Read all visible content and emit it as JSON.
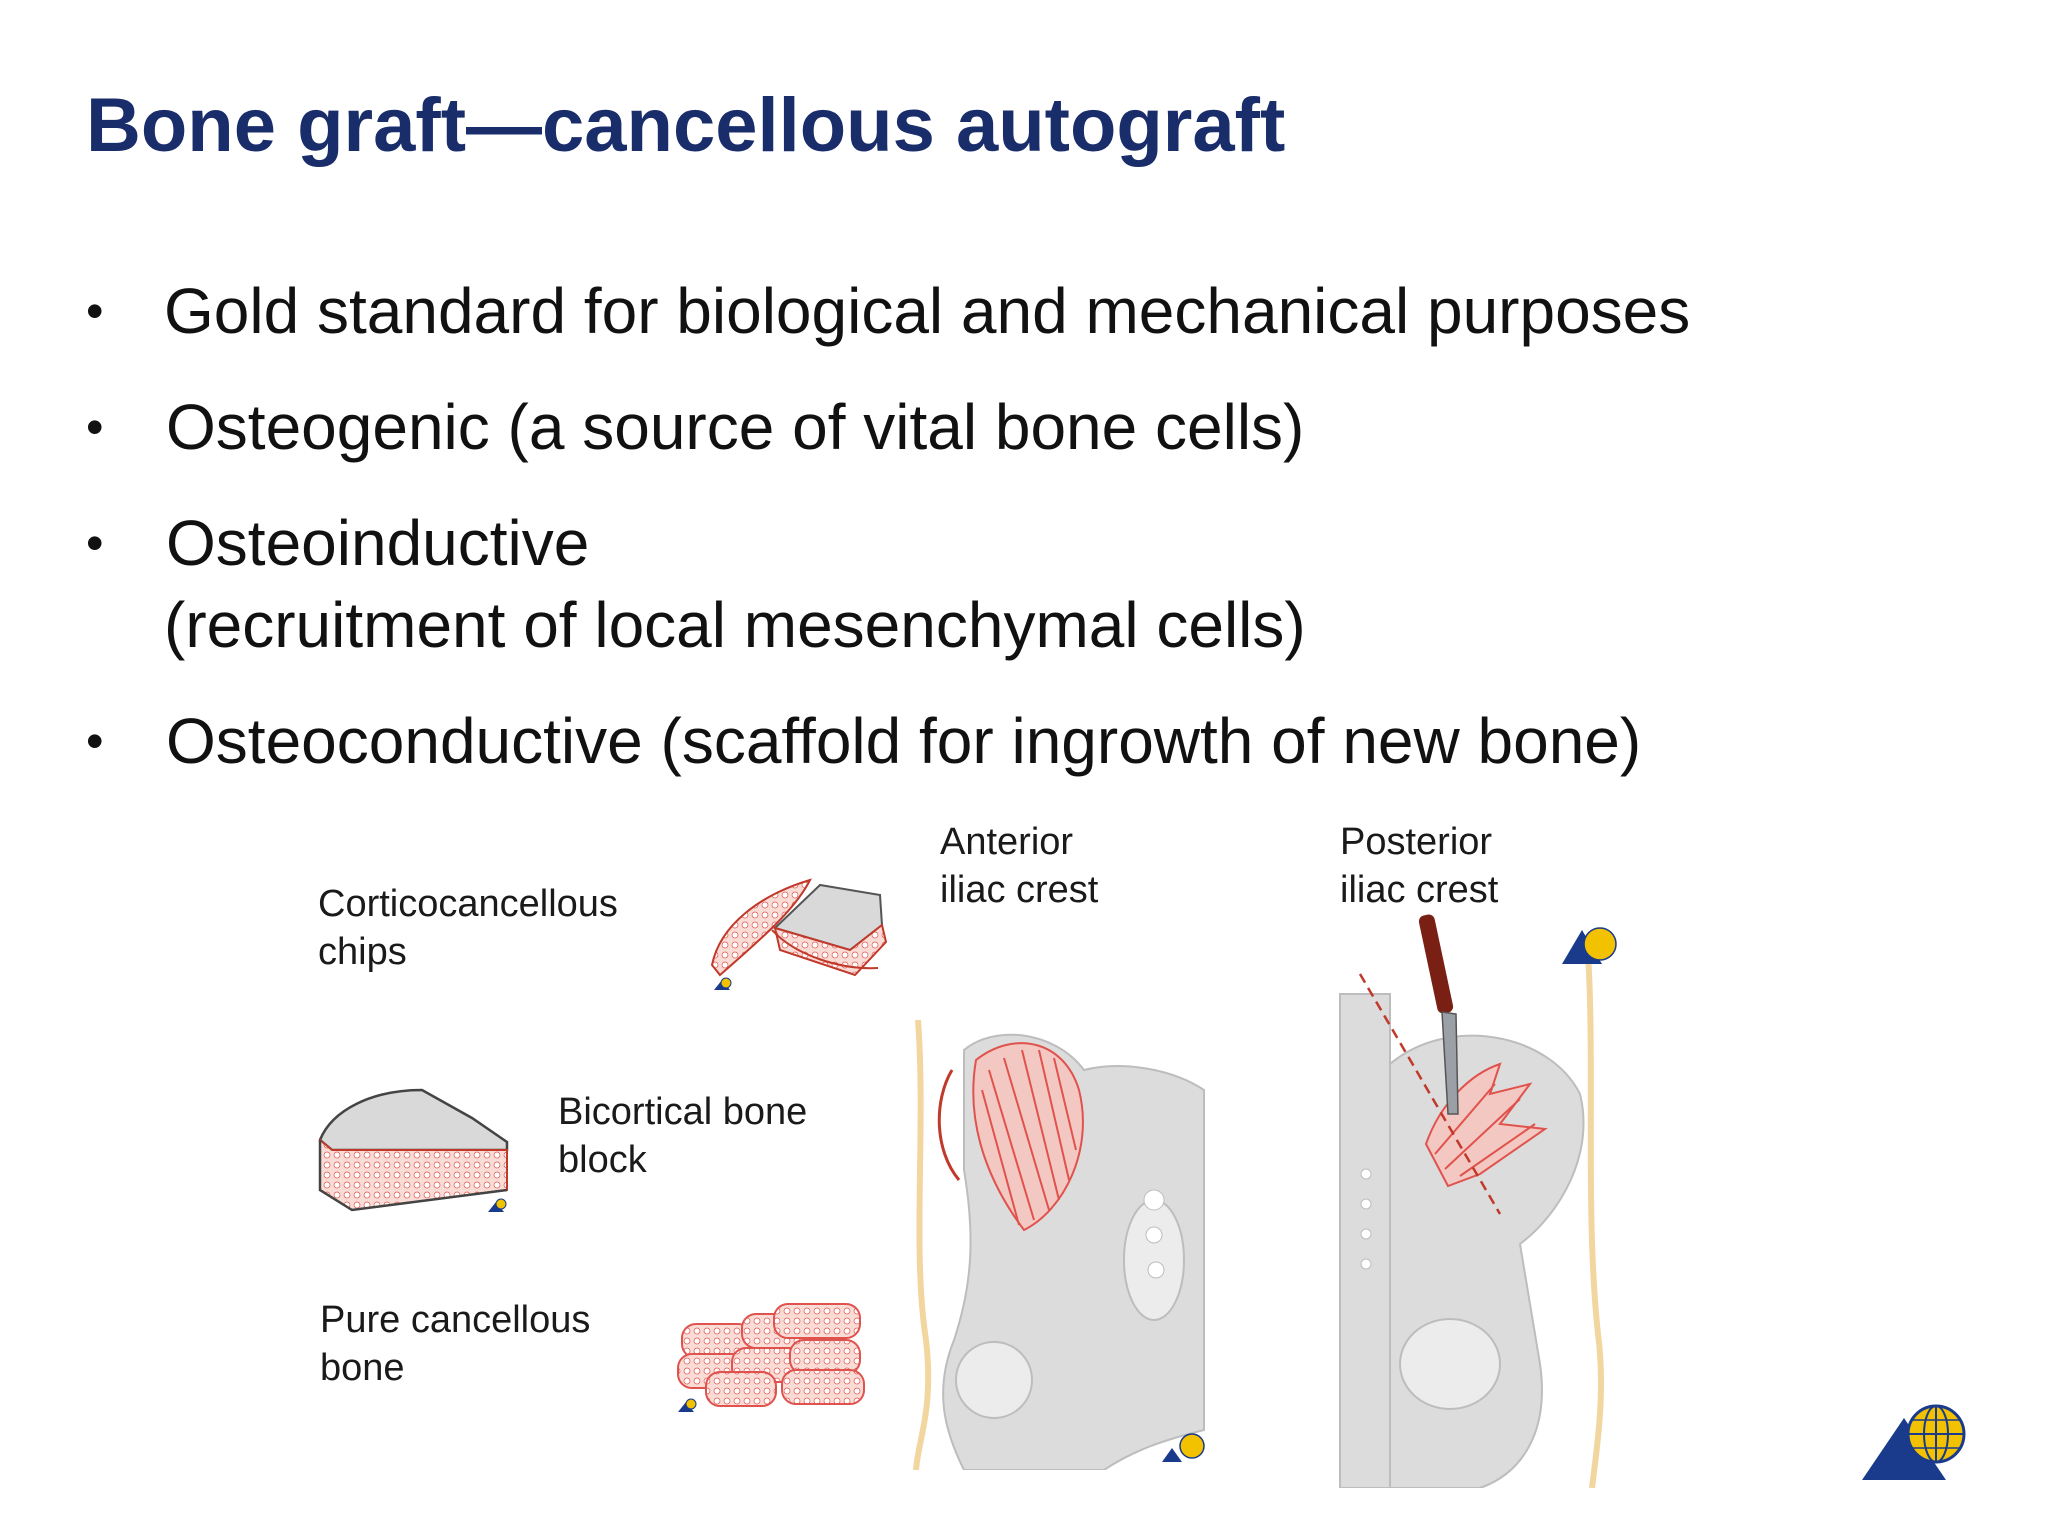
{
  "slide": {
    "title": "Bone graft—cancellous autograft",
    "bullets": [
      "Gold standard for biological and mechanical purposes",
      " Osteogenic (a source of vital bone cells)",
      " Osteoinductive",
      "(recruitment of local mesenchymal cells)",
      " Osteoconductive (scaffold for ingrowth of new bone)"
    ],
    "bullet_symbol": "•"
  },
  "labels": {
    "chips_line1": "Corticocancellous",
    "chips_line2": "chips",
    "block_line1": "Bicortical bone",
    "block_line2": "block",
    "pure_line1": "Pure cancellous",
    "pure_line2": "bone",
    "anterior_line1": "Anterior",
    "anterior_line2": "iliac crest",
    "posterior_line1": "Posterior",
    "posterior_line2": "iliac crest"
  },
  "colors": {
    "title": "#1a2d6b",
    "text": "#111111",
    "bone_gray": "#d9d9d9",
    "cancellous_red": "#e0524d",
    "cancellous_fill": "#f7d4cf",
    "logo_blue": "#1a3a8c",
    "logo_yellow": "#f2c200",
    "skin": "#f2d6a0"
  },
  "icons": {
    "logo": "ao-foundation-logo",
    "small_logo": "ao-small-logo"
  }
}
